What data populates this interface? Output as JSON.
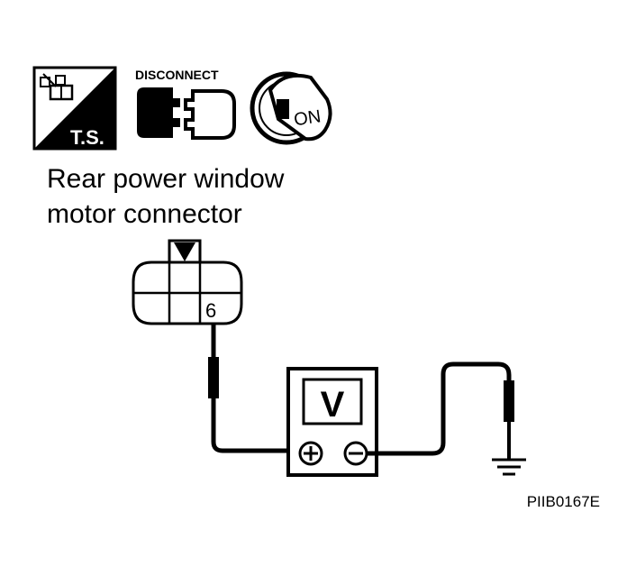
{
  "icons": {
    "ts": {
      "label": "T.S.",
      "icon": "test-switch-icon"
    },
    "disconnect": {
      "label": "DISCONNECT",
      "icon": "disconnect-connector-icon"
    },
    "ignition": {
      "label": "ON",
      "icon": "ignition-key-on-icon"
    }
  },
  "connector": {
    "title_line1": "Rear power window",
    "title_line2": "motor connector",
    "terminal": "6"
  },
  "meter": {
    "label": "V",
    "plus_icon": "plus-terminal-icon",
    "minus_icon": "minus-terminal-icon"
  },
  "ground": {
    "icon": "ground-icon"
  },
  "figure_code": "PIIB0167E"
}
